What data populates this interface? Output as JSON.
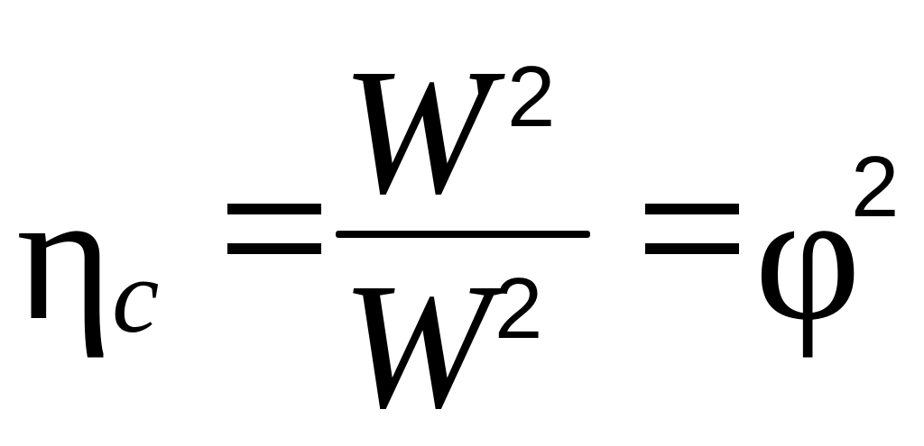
{
  "formula": {
    "lhs": {
      "symbol": "η",
      "subscript": "c"
    },
    "equals_sign": "=",
    "fraction": {
      "numerator": {
        "base": "W",
        "prime": "'",
        "exponent": "2"
      },
      "denominator": {
        "base": "W",
        "exponent": "2"
      }
    },
    "rhs": {
      "symbol": "φ",
      "exponent": "2"
    }
  }
}
